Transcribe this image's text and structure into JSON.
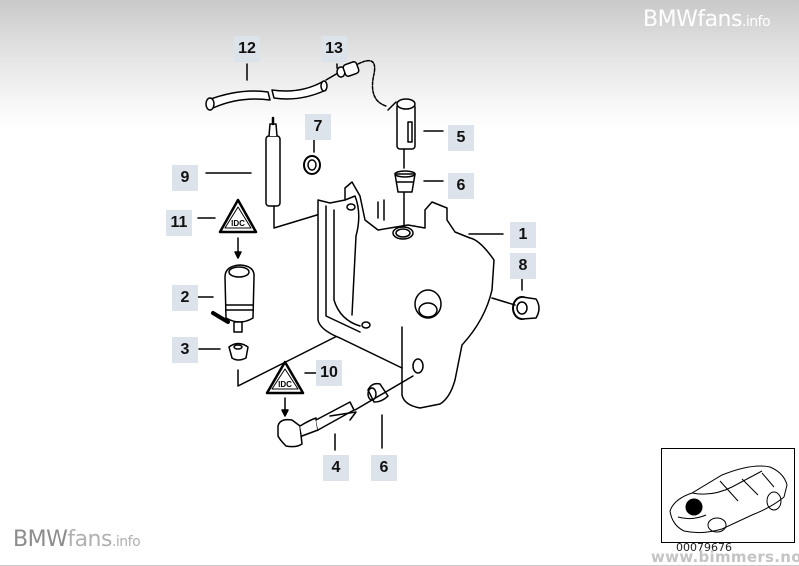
{
  "watermarks": {
    "top": {
      "main": "BMWfans",
      "suffix": ".info"
    },
    "bottom": {
      "main": "BMW",
      "light": "fans",
      "suffix": ".info"
    },
    "corner": "www.bimmers.no"
  },
  "diagram": {
    "title": "Windshield washer container parts diagram",
    "callouts": [
      {
        "id": "12",
        "text": "12"
      },
      {
        "id": "13",
        "text": "13"
      },
      {
        "id": "7",
        "text": "7"
      },
      {
        "id": "5",
        "text": "5"
      },
      {
        "id": "9",
        "text": "9"
      },
      {
        "id": "6a",
        "text": "6"
      },
      {
        "id": "11",
        "text": "11"
      },
      {
        "id": "1",
        "text": "1"
      },
      {
        "id": "8",
        "text": "8"
      },
      {
        "id": "2",
        "text": "2"
      },
      {
        "id": "3",
        "text": "3"
      },
      {
        "id": "10",
        "text": "10"
      },
      {
        "id": "4",
        "text": "4"
      },
      {
        "id": "6b",
        "text": "6"
      }
    ],
    "thumbnail": {
      "code": "00079676",
      "description": "Car location indicator"
    }
  }
}
